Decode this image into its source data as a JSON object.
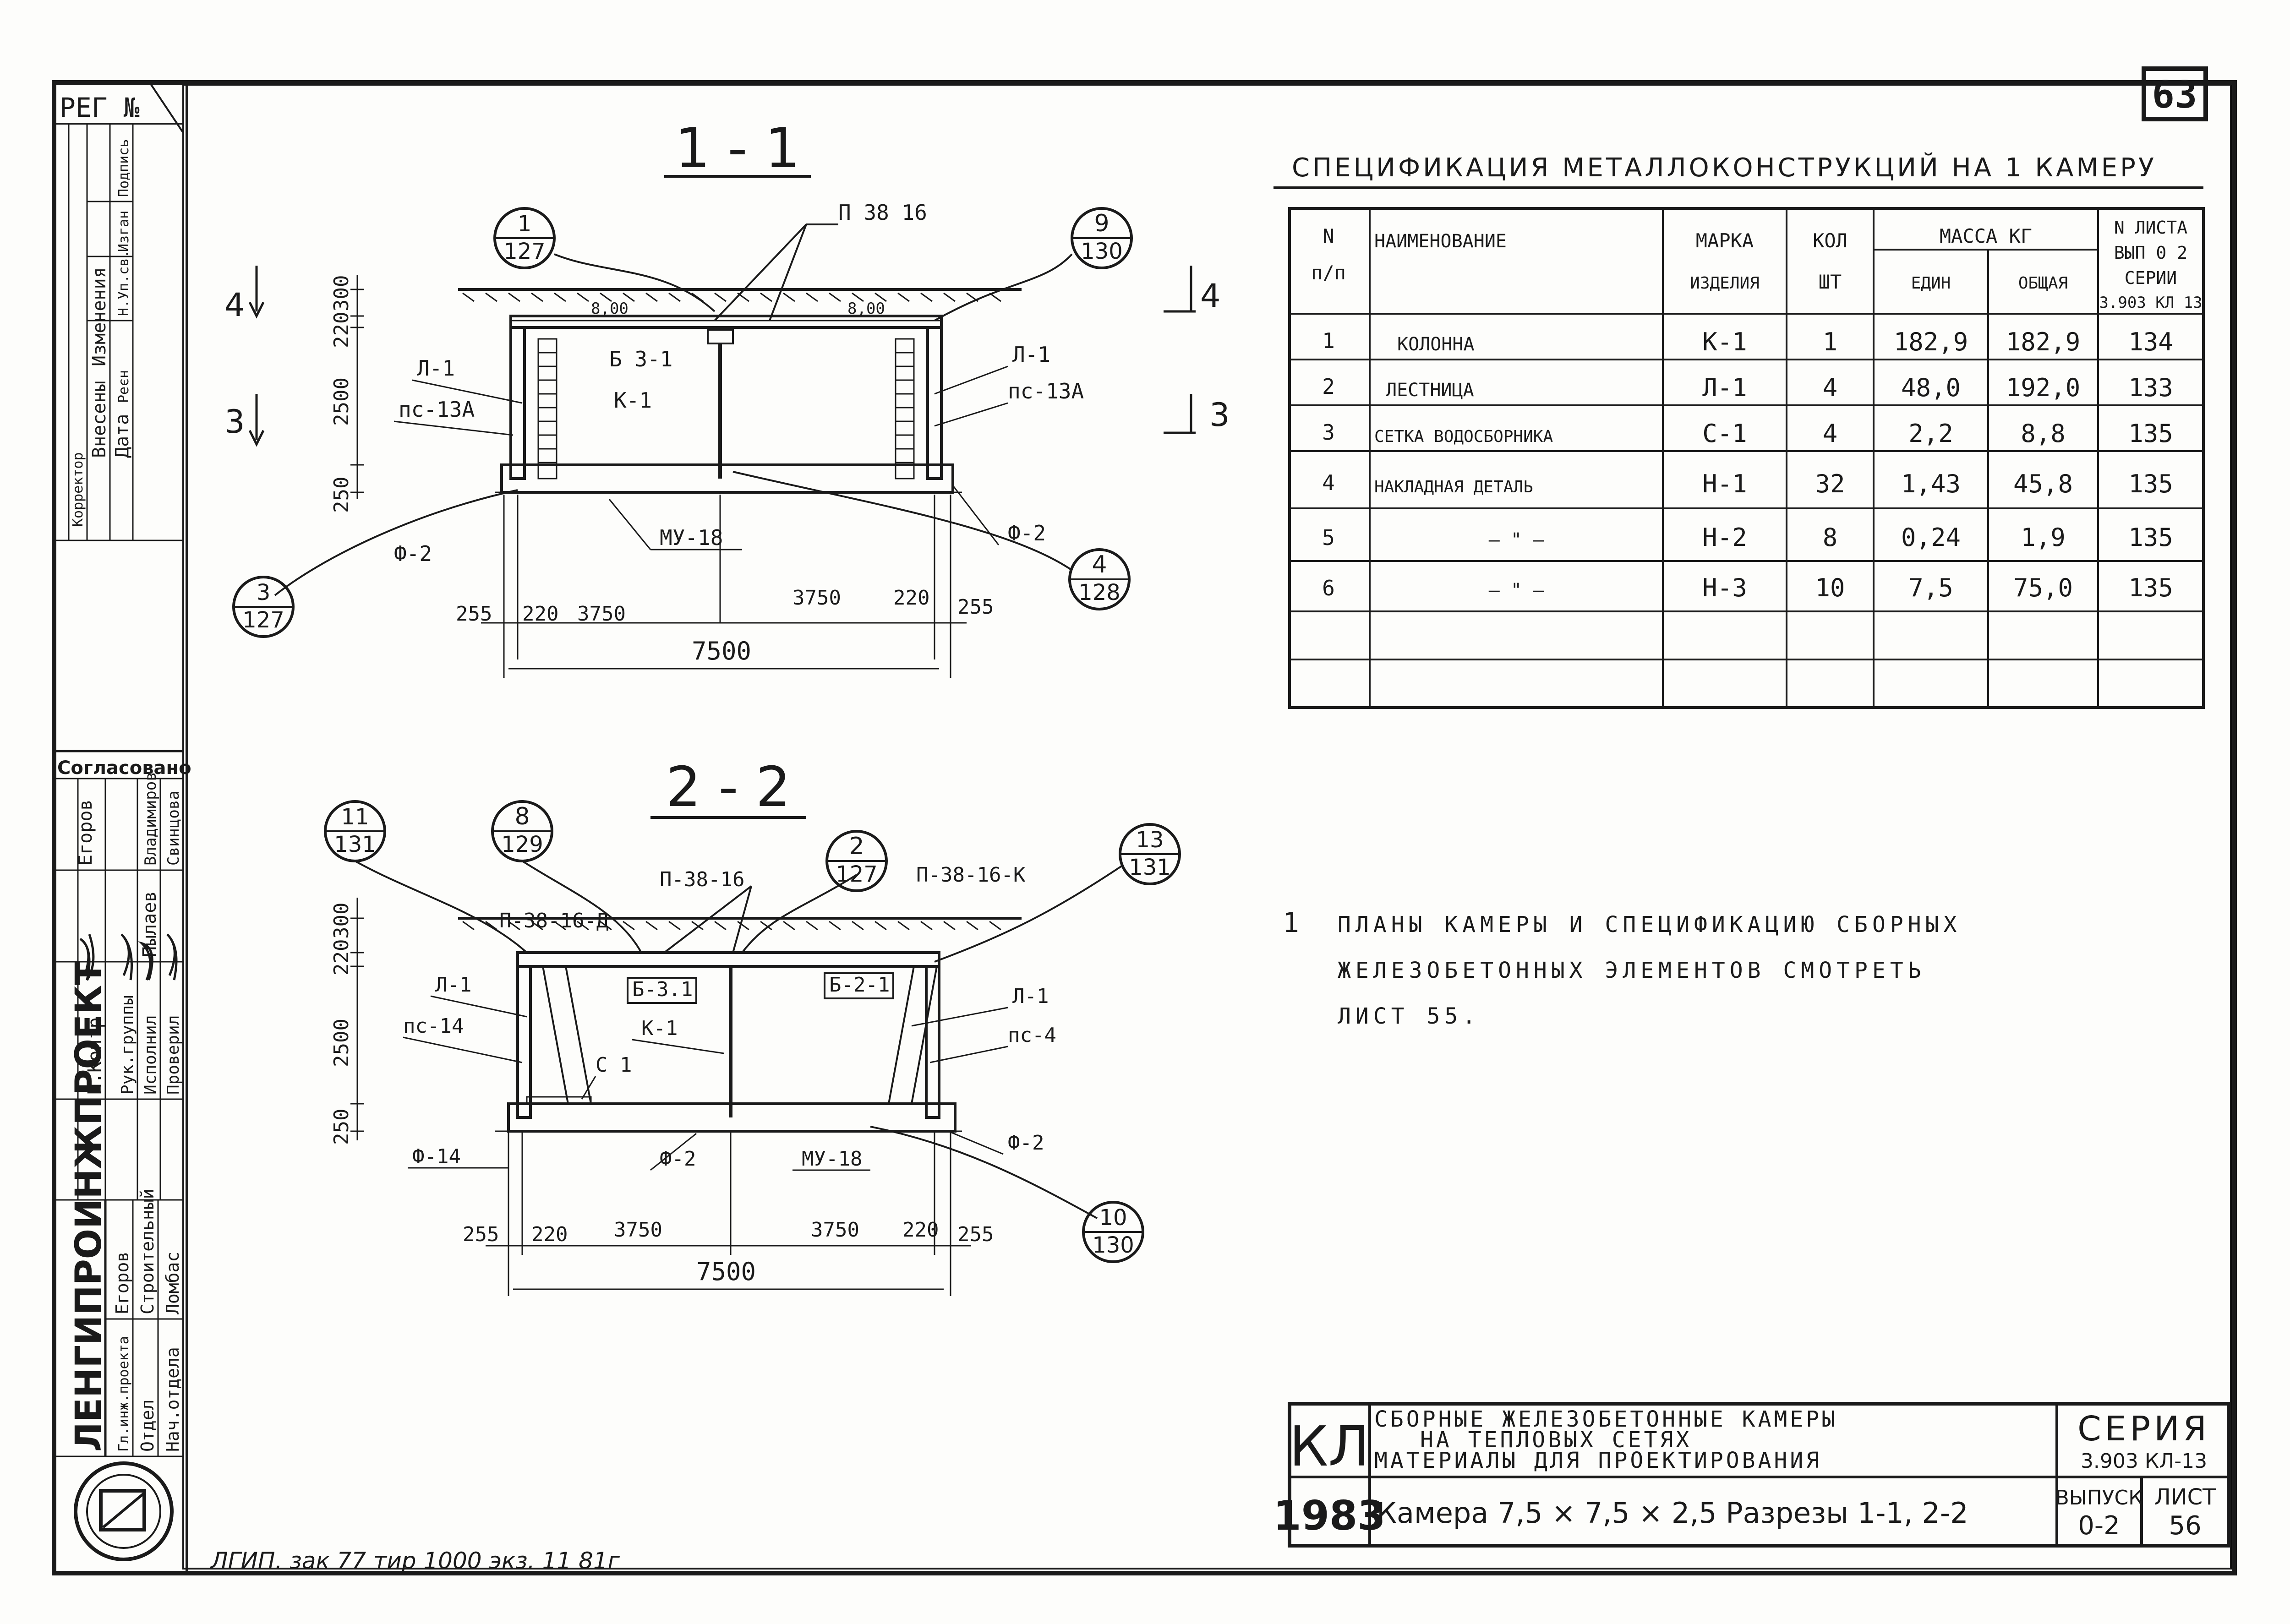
{
  "sheet": {
    "page_number": "63",
    "reg_label": "РЕГ №",
    "left_stamp": {
      "change_cols": [
        "Изменения",
        "Внесены",
        "Дата"
      ],
      "change_sub": [
        "Корректор",
        "Реєн",
        "Н.Уп.св.",
        "Изган",
        "Подпись"
      ],
      "agreed": "Согласовано",
      "names": [
        "Егоров",
        "Владимиров",
        "Пылаев",
        "Свинцова"
      ],
      "roles": [
        "Н.Контр",
        "Рук.группы",
        "Исполнил",
        "Проверил"
      ],
      "org": "ЛЕНГИПРОИНЖПРОЕКТ",
      "bottom_roles": [
        "Гл.инж.проекта",
        "Отдел",
        "Нач.отдела"
      ],
      "bottom_names": [
        "Егоров",
        "Строительный",
        "Ломбас"
      ]
    },
    "footer_print": "ЛГИП. зак 77 тир 1000 экз. 11 81г"
  },
  "section_1": {
    "title": "1 - 1",
    "callouts": [
      {
        "top": "1",
        "bottom": "127"
      },
      {
        "top": "9",
        "bottom": "130"
      },
      {
        "top": "3",
        "bottom": "127"
      },
      {
        "top": "4",
        "bottom": "128"
      }
    ],
    "labels": {
      "p": "П 38 16",
      "b": "Б 3-1",
      "k": "К-1",
      "l_left": "Л-1",
      "l_right": "Л-1",
      "ps_left": "пс-13А",
      "ps_right": "пс-13А",
      "f_left": "Ф-2",
      "f_right": "Ф-2",
      "mu": "МУ-18",
      "level1": "8,00",
      "level2": "8,00"
    },
    "cut_marks": [
      "4",
      "3",
      "4",
      "3"
    ],
    "vert_dims": [
      "300",
      "220",
      "2500",
      "250"
    ],
    "horiz_dims": [
      "255",
      "220",
      "3750",
      "3750",
      "220",
      "255"
    ],
    "total": "7500"
  },
  "section_2": {
    "title": "2 - 2",
    "callouts": [
      {
        "top": "11",
        "bottom": "131"
      },
      {
        "top": "8",
        "bottom": "129"
      },
      {
        "top": "2",
        "bottom": "127"
      },
      {
        "top": "13",
        "bottom": "131"
      },
      {
        "top": "10",
        "bottom": "130"
      }
    ],
    "labels": {
      "p_a": "П-38-16-Д",
      "p_mid": "П-38-16",
      "p_k": "П-38-16-К",
      "b_left": "Б-3.1",
      "b_right": "Б-2-1",
      "k": "К-1",
      "c": "С 1",
      "l_left": "Л-1",
      "l_right": "Л-1",
      "ps_left": "пс-14",
      "ps_right": "пс-4",
      "f_left": "Ф-14",
      "f_mid": "Ф-2",
      "f_right": "Ф-2",
      "mu": "МУ-18"
    },
    "vert_dims": [
      "300",
      "220",
      "2500",
      "250"
    ],
    "horiz_dims": [
      "255",
      "220",
      "3750",
      "3750",
      "220",
      "255"
    ],
    "total": "7500"
  },
  "specification": {
    "title": "СПЕЦИФИКАЦИЯ МЕТАЛЛОКОНСТРУКЦИЙ НА 1 КАМЕРУ",
    "headers": {
      "n1": "N",
      "n2": "п/п",
      "name": "НАИМЕНОВАНИЕ",
      "mark1": "МАРКА",
      "mark2": "ИЗДЕЛИЯ",
      "qty1": "КОЛ",
      "qty2": "ШТ",
      "mass": "МАССА КГ",
      "unit": "ЕДИН",
      "total": "ОБЩАЯ",
      "sheet1": "N ЛИСТА",
      "sheet2": "ВЫП 0 2",
      "sheet3": "СЕРИИ",
      "sheet4": "3.903 КЛ 13"
    },
    "rows": [
      {
        "n": "1",
        "name": "КОЛОННА",
        "mark": "К-1",
        "qty": "1",
        "unit": "182,9",
        "total": "182,9",
        "sheet": "134"
      },
      {
        "n": "2",
        "name": "ЛЕСТНИЦА",
        "mark": "Л-1",
        "qty": "4",
        "unit": "48,0",
        "total": "192,0",
        "sheet": "133"
      },
      {
        "n": "3",
        "name": "СЕТКА ВОДОСБОРНИКА",
        "mark": "С-1",
        "qty": "4",
        "unit": "2,2",
        "total": "8,8",
        "sheet": "135"
      },
      {
        "n": "4",
        "name": "НАКЛАДНАЯ ДЕТАЛЬ",
        "mark": "Н-1",
        "qty": "32",
        "unit": "1,43",
        "total": "45,8",
        "sheet": "135"
      },
      {
        "n": "5",
        "name": "— \" —",
        "mark": "Н-2",
        "qty": "8",
        "unit": "0,24",
        "total": "1,9",
        "sheet": "135"
      },
      {
        "n": "6",
        "name": "— \" —",
        "mark": "Н-3",
        "qty": "10",
        "unit": "7,5",
        "total": "75,0",
        "sheet": "135"
      }
    ]
  },
  "note": {
    "number": "1",
    "line1": "ПЛАНЫ КАМЕРЫ И СПЕЦИФИКАЦИЮ СБОРНЫХ",
    "line2": "ЖЕЛЕЗОБЕТОННЫХ ЭЛЕМЕНТОВ СМОТРЕТЬ",
    "line3": "ЛИСТ 55."
  },
  "title_block": {
    "code": "КЛ",
    "year": "1983",
    "desc1": "СБОРНЫЕ ЖЕЛЕЗОБЕТОННЫЕ КАМЕРЫ",
    "desc2": "НА ТЕПЛОВЫХ СЕТЯХ",
    "desc3": "МАТЕРИАЛЫ ДЛЯ ПРОЕКТИРОВАНИЯ",
    "series_label": "СЕРИЯ",
    "series_value": "3.903 КЛ-13",
    "sheet_title": "Камера 7,5 × 7,5 × 2,5 Разрезы 1-1, 2-2",
    "issue_label": "ВЫПУСК",
    "issue_value": "0-2",
    "sheet_label": "ЛИСТ",
    "sheet_value": "56"
  }
}
